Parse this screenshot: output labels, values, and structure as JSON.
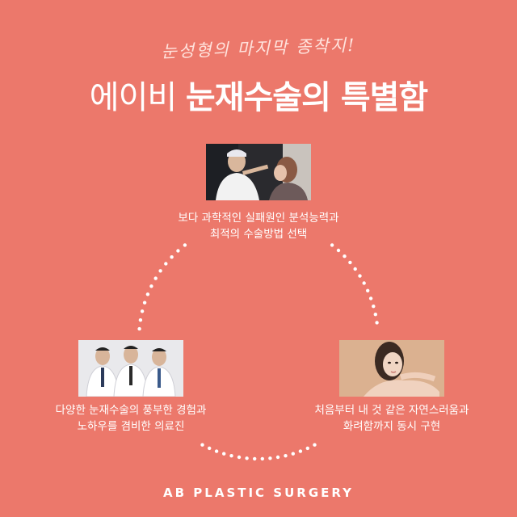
{
  "tagline": "눈성형의 마지막 종착지!",
  "headline": {
    "light": "에이비",
    "bold": "눈재수술의 특별함"
  },
  "features": [
    {
      "line1": "보다 과학적인 실패원인 분석능력과",
      "line2": "최적의 수술방법 선택"
    },
    {
      "line1": "다양한 눈재수술의 풍부한 경험과",
      "line2": "노하우를 겸비한 의료진"
    },
    {
      "line1": "처음부터 내 것 같은 자연스러움과",
      "line2": "화려함까지 동시 구현"
    }
  ],
  "footer": "AB PLASTIC SURGERY",
  "colors": {
    "background": "#ec786b",
    "text": "#ffffff"
  }
}
